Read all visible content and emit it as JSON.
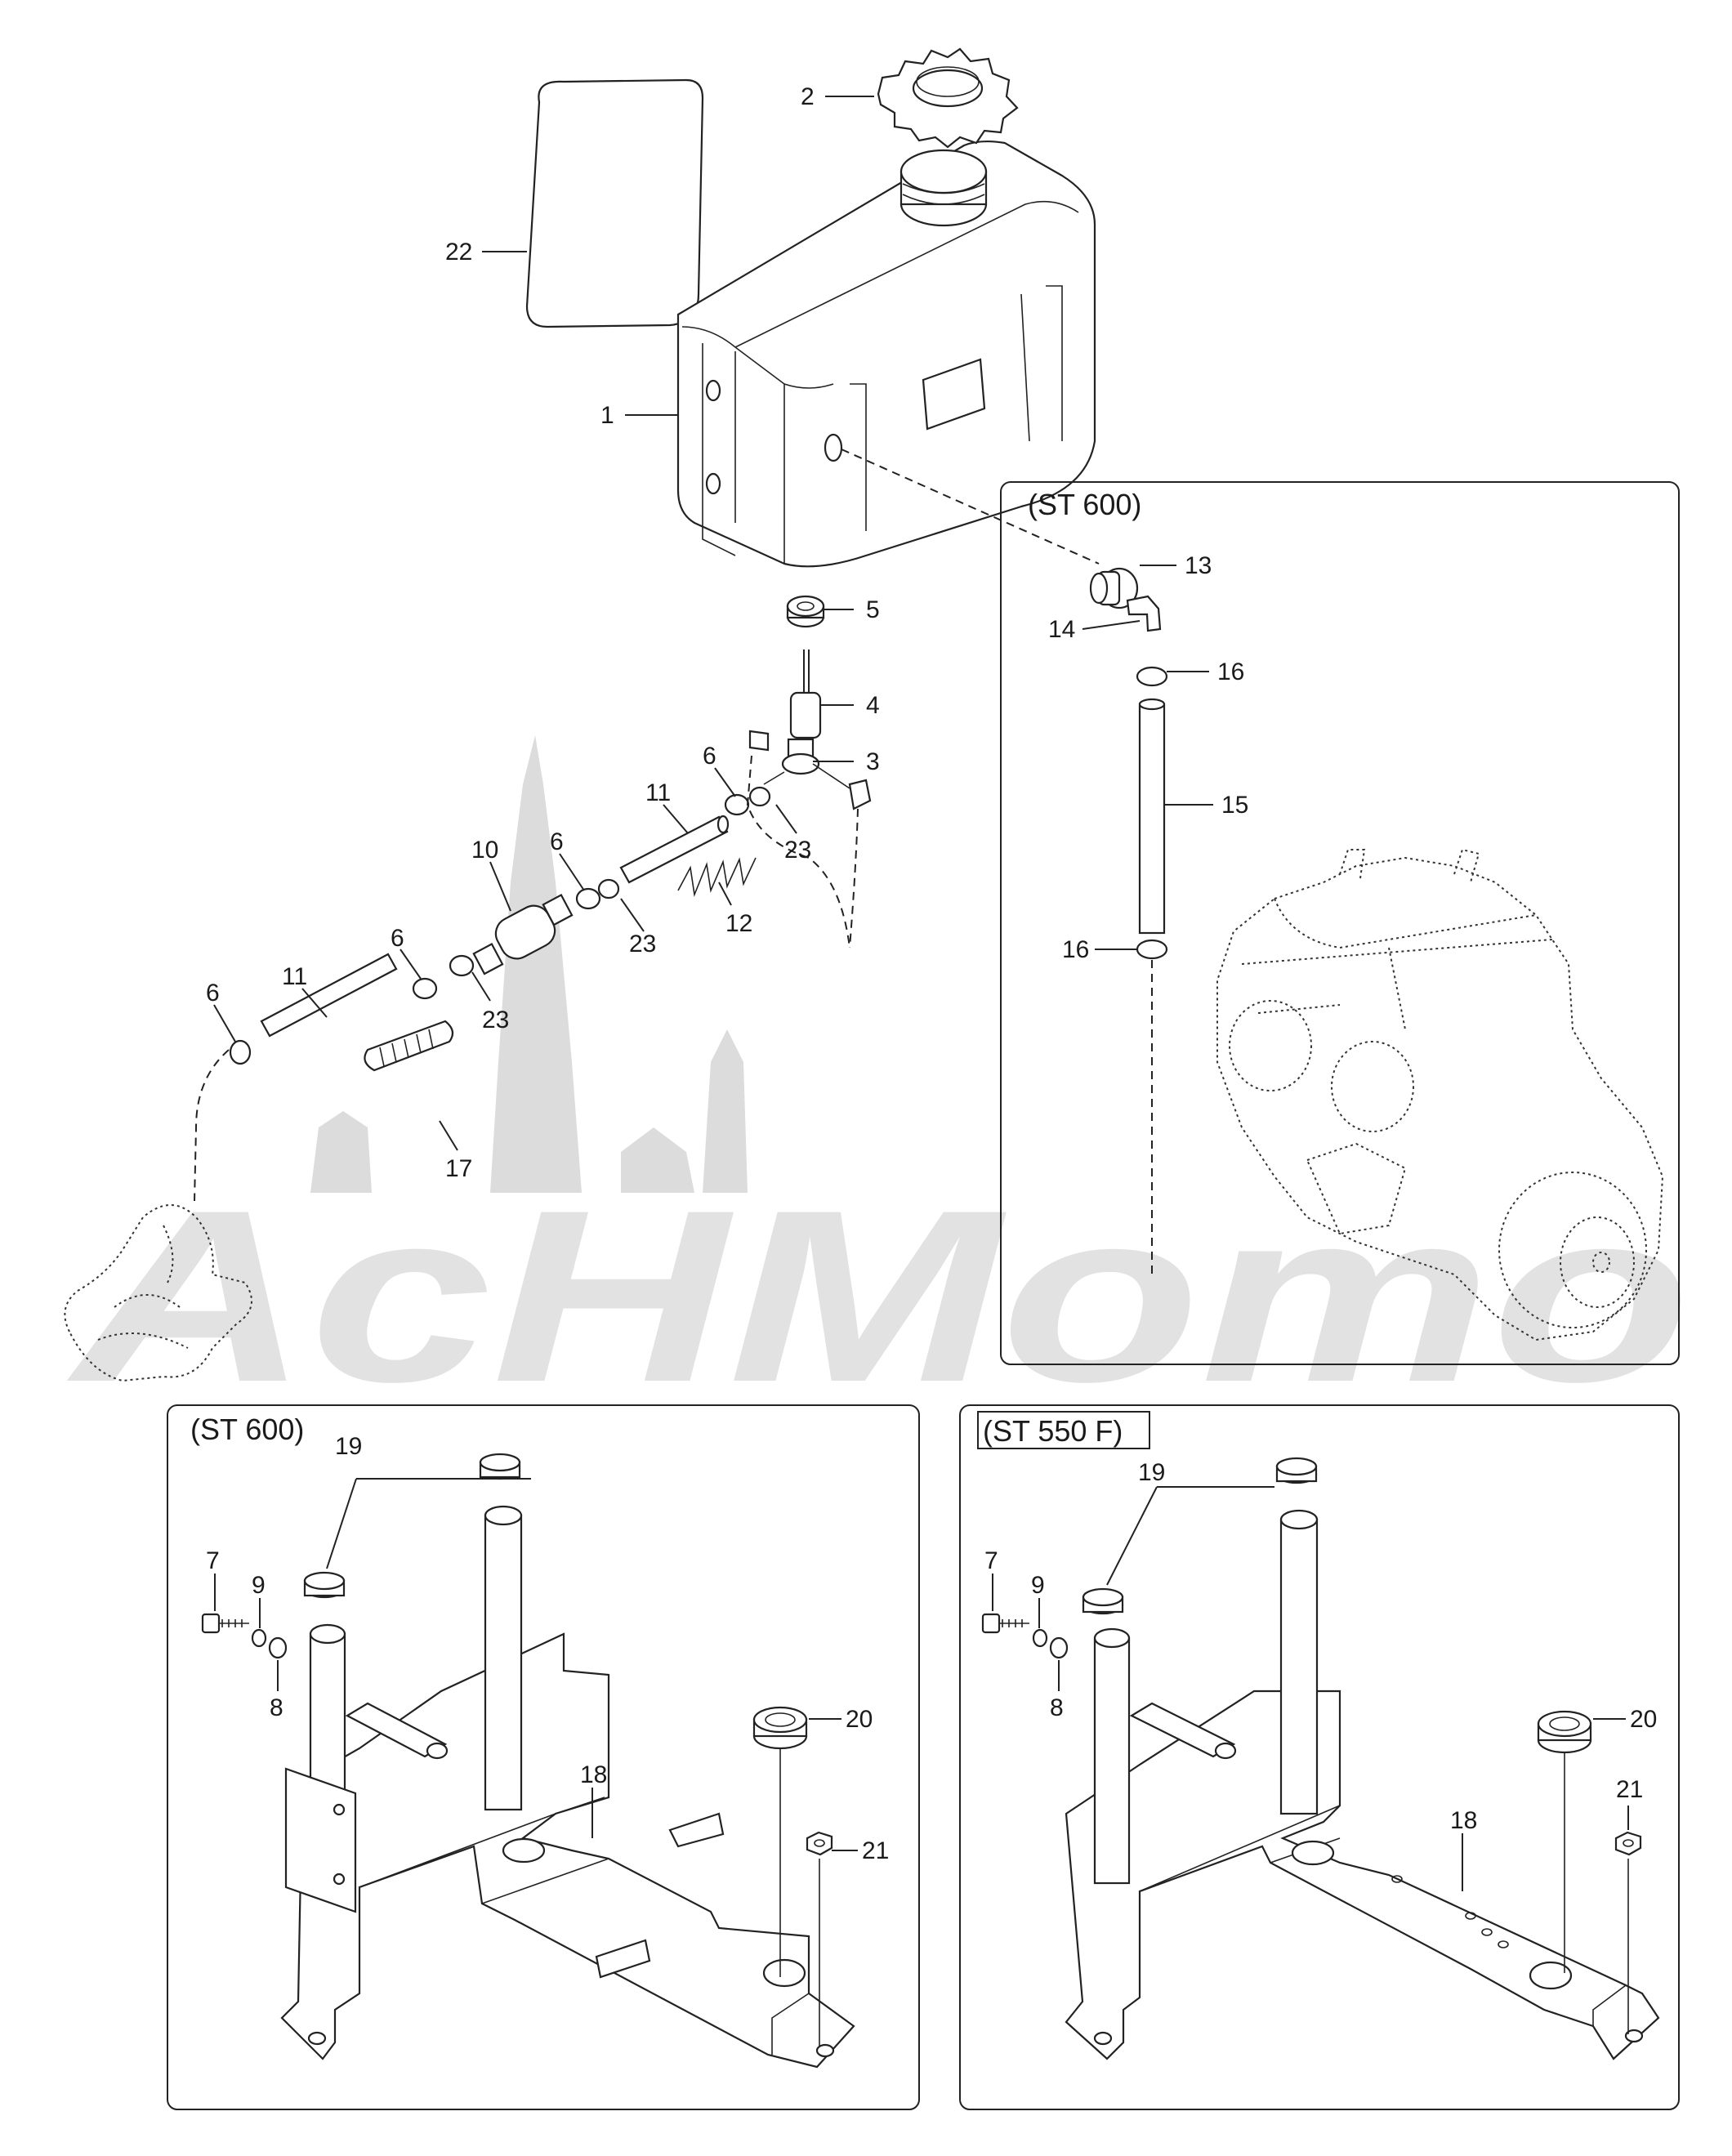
{
  "watermark": {
    "text": "AcHMomo"
  },
  "insets": {
    "engine": {
      "title": "(ST 600)"
    },
    "frame_left": {
      "title": "(ST 600)"
    },
    "frame_right": {
      "title": "(ST 550 F)"
    }
  },
  "labels": {
    "l1": "1",
    "l2": "2",
    "l3": "3",
    "l4": "4",
    "l5": "5",
    "l6a": "6",
    "l6b": "6",
    "l6c": "6",
    "l6d": "6",
    "l7a": "7",
    "l7b": "7",
    "l8a": "8",
    "l8b": "8",
    "l9a": "9",
    "l9b": "9",
    "l10": "10",
    "l11a": "11",
    "l11b": "11",
    "l12": "12",
    "l13": "13",
    "l14": "14",
    "l15": "15",
    "l16a": "16",
    "l16b": "16",
    "l17": "17",
    "l18a": "18",
    "l18b": "18",
    "l19a": "19",
    "l19b": "19",
    "l20a": "20",
    "l20b": "20",
    "l21a": "21",
    "l21b": "21",
    "l22": "22",
    "l23a": "23",
    "l23b": "23",
    "l23c": "23"
  }
}
